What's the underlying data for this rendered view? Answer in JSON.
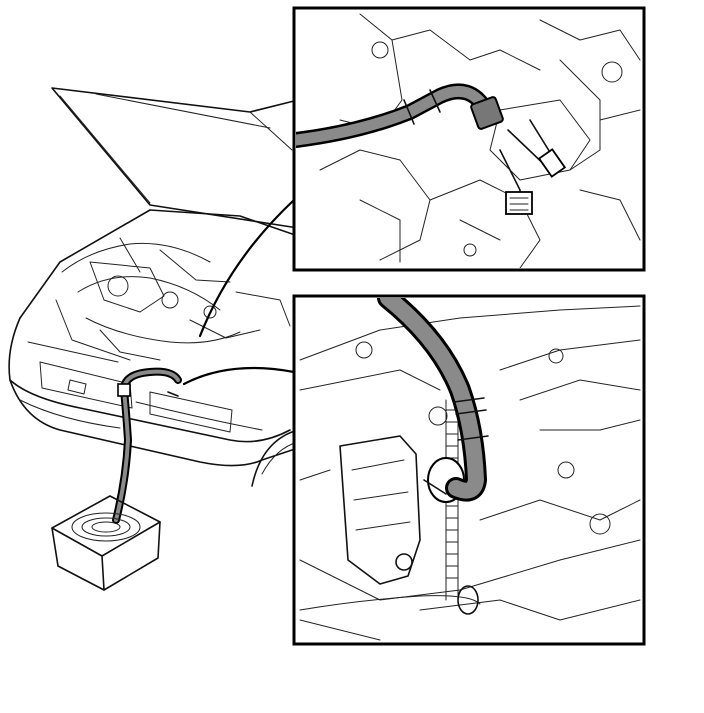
{
  "figure": {
    "description_visible_text": "",
    "panels": [
      {
        "id": "detail-top",
        "content": "hose-connection-nipple"
      },
      {
        "id": "detail-bottom",
        "content": "hose-clamp-on-radiator"
      }
    ],
    "colors": {
      "line": "#000000",
      "hose_fill": "#8a8a8a",
      "background": "#ffffff"
    }
  }
}
